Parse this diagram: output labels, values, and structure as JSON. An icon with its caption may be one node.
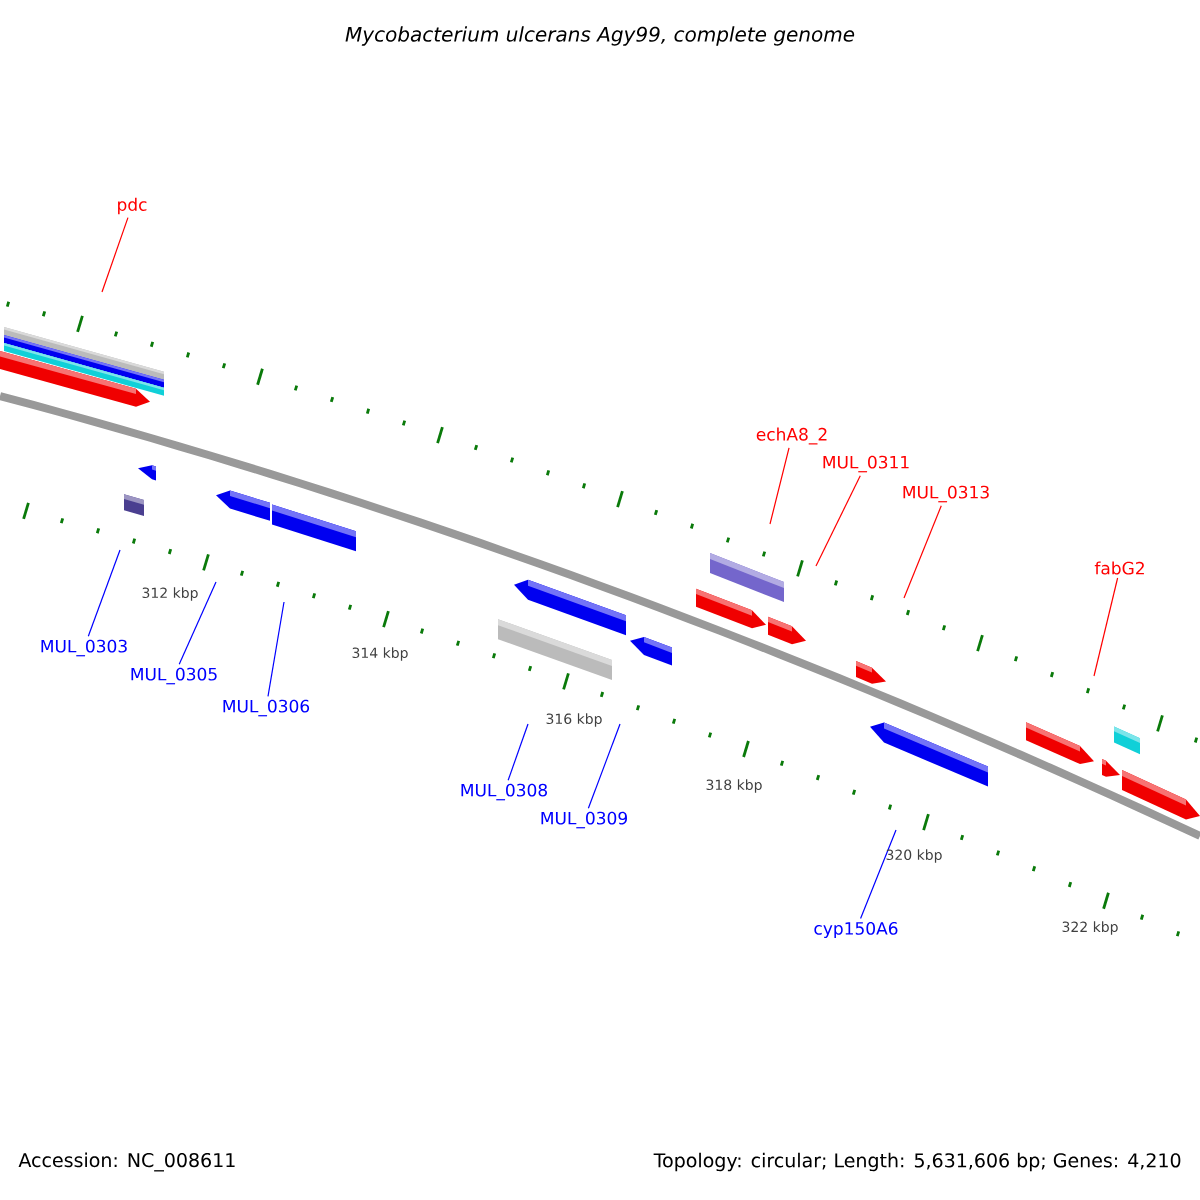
{
  "diagram": {
    "title": "Mycobacterium ulcerans Agy99, complete genome",
    "nodes": [
      {
        "text": [
          "pdc"
        ]
      },
      {
        "text": [
          "MUL_0303"
        ]
      },
      {
        "text": [
          "MUL_0305"
        ]
      },
      {
        "text": [
          "MUL_0306"
        ]
      },
      {
        "text": [
          "MUL_0308"
        ]
      },
      {
        "text": [
          "MUL_0309"
        ]
      },
      {
        "text": [
          "echA8_2"
        ]
      },
      {
        "text": [
          "MUL_0311"
        ]
      },
      {
        "text": [
          "MUL_0313"
        ]
      },
      {
        "text": [
          "fabG2"
        ]
      },
      {
        "text": [
          "cyp150A6"
        ]
      }
    ],
    "edges": [
      {
        "from": 0,
        "to": null,
        "arrow": "none",
        "color": "#ff0000"
      },
      {
        "from": 1,
        "to": null,
        "arrow": "none"
      },
      {
        "from": 2,
        "to": null,
        "arrow": "none"
      },
      {
        "from": 3,
        "to": null,
        "arrow": "none"
      },
      {
        "from": 4,
        "to": null,
        "arrow": "none"
      },
      {
        "from": 5,
        "to": null,
        "arrow": "none"
      },
      {
        "from": 6,
        "to": null,
        "arrow": "none",
        "color": "#ff0000"
      },
      {
        "from": 7,
        "to": null,
        "arrow": "none",
        "color": "#ff0000"
      },
      {
        "from": 8,
        "to": null,
        "arrow": "none",
        "color": "#ff0000"
      },
      {
        "from": 9,
        "to": null,
        "arrow": "none",
        "color": "#ff0000"
      },
      {
        "from": 10,
        "to": null,
        "arrow": "none"
      }
    ],
    "labels": [
      "312 kbp",
      "314 kbp",
      "316 kbp",
      "318 kbp",
      "320 kbp",
      "322 kbp",
      "Accession: NC_008611",
      "Topology: circular; Length: 5,631,606 bp; Genes: 4,210"
    ]
  }
}
